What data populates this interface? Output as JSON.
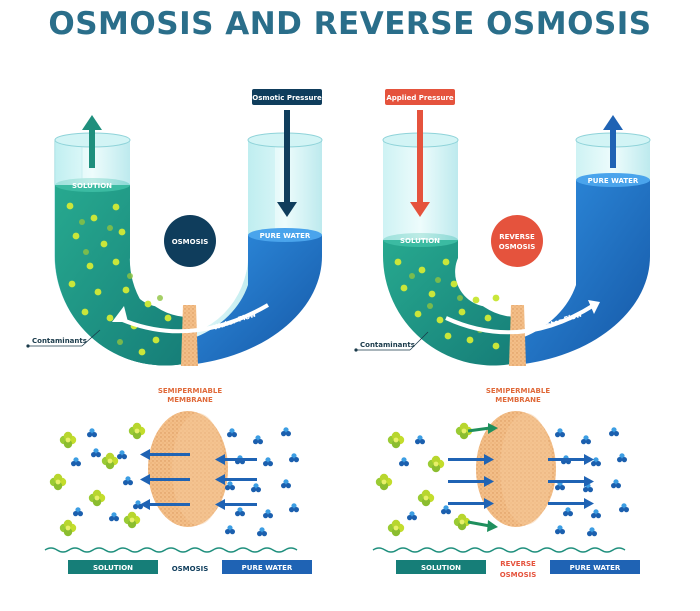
{
  "title": "OSMOSIS AND REVERSE OSMOSIS",
  "left": {
    "pressure_label": "Osmotic Pressure",
    "solution_label": "SOLUTION",
    "center_label": "OSMOSIS",
    "pure_water_label": "PURE WATER",
    "water_flow_label": "Water Flow",
    "contaminants_label": "Contaminants",
    "membrane_label_1": "SEMIPERMIABLE",
    "membrane_label_2": "MEMBRANE",
    "bottom_solution": "SOLUTION",
    "bottom_center": "OSMOSIS",
    "bottom_pure_water": "PURE WATER"
  },
  "right": {
    "pressure_label": "Applied Pressure",
    "solution_label": "SOLUTION",
    "center_label_1": "REVERSE",
    "center_label_2": "OSMOSIS",
    "pure_water_label": "PURE WATER",
    "water_flow_label": "Water Flow",
    "contaminants_label": "Contaminants",
    "membrane_label_1": "SEMIPERMIABLE",
    "membrane_label_2": "MEMBRANE",
    "bottom_solution": "SOLUTION",
    "bottom_center_1": "REVERSE",
    "bottom_center_2": "OSMOSIS",
    "bottom_pure_water": "PURE WATER"
  },
  "colors": {
    "title": "#2a6e8a",
    "solution": "#1f9a8a",
    "pure_water": "#1f63b4",
    "dark_navy": "#0f3d5c",
    "red": "#e5533d",
    "membrane": "#f0b27a"
  },
  "icons": [
    "up-arrow-icon",
    "down-arrow-icon",
    "water-molecule-icon",
    "contaminant-cluster-icon",
    "curved-arrow-icon"
  ]
}
